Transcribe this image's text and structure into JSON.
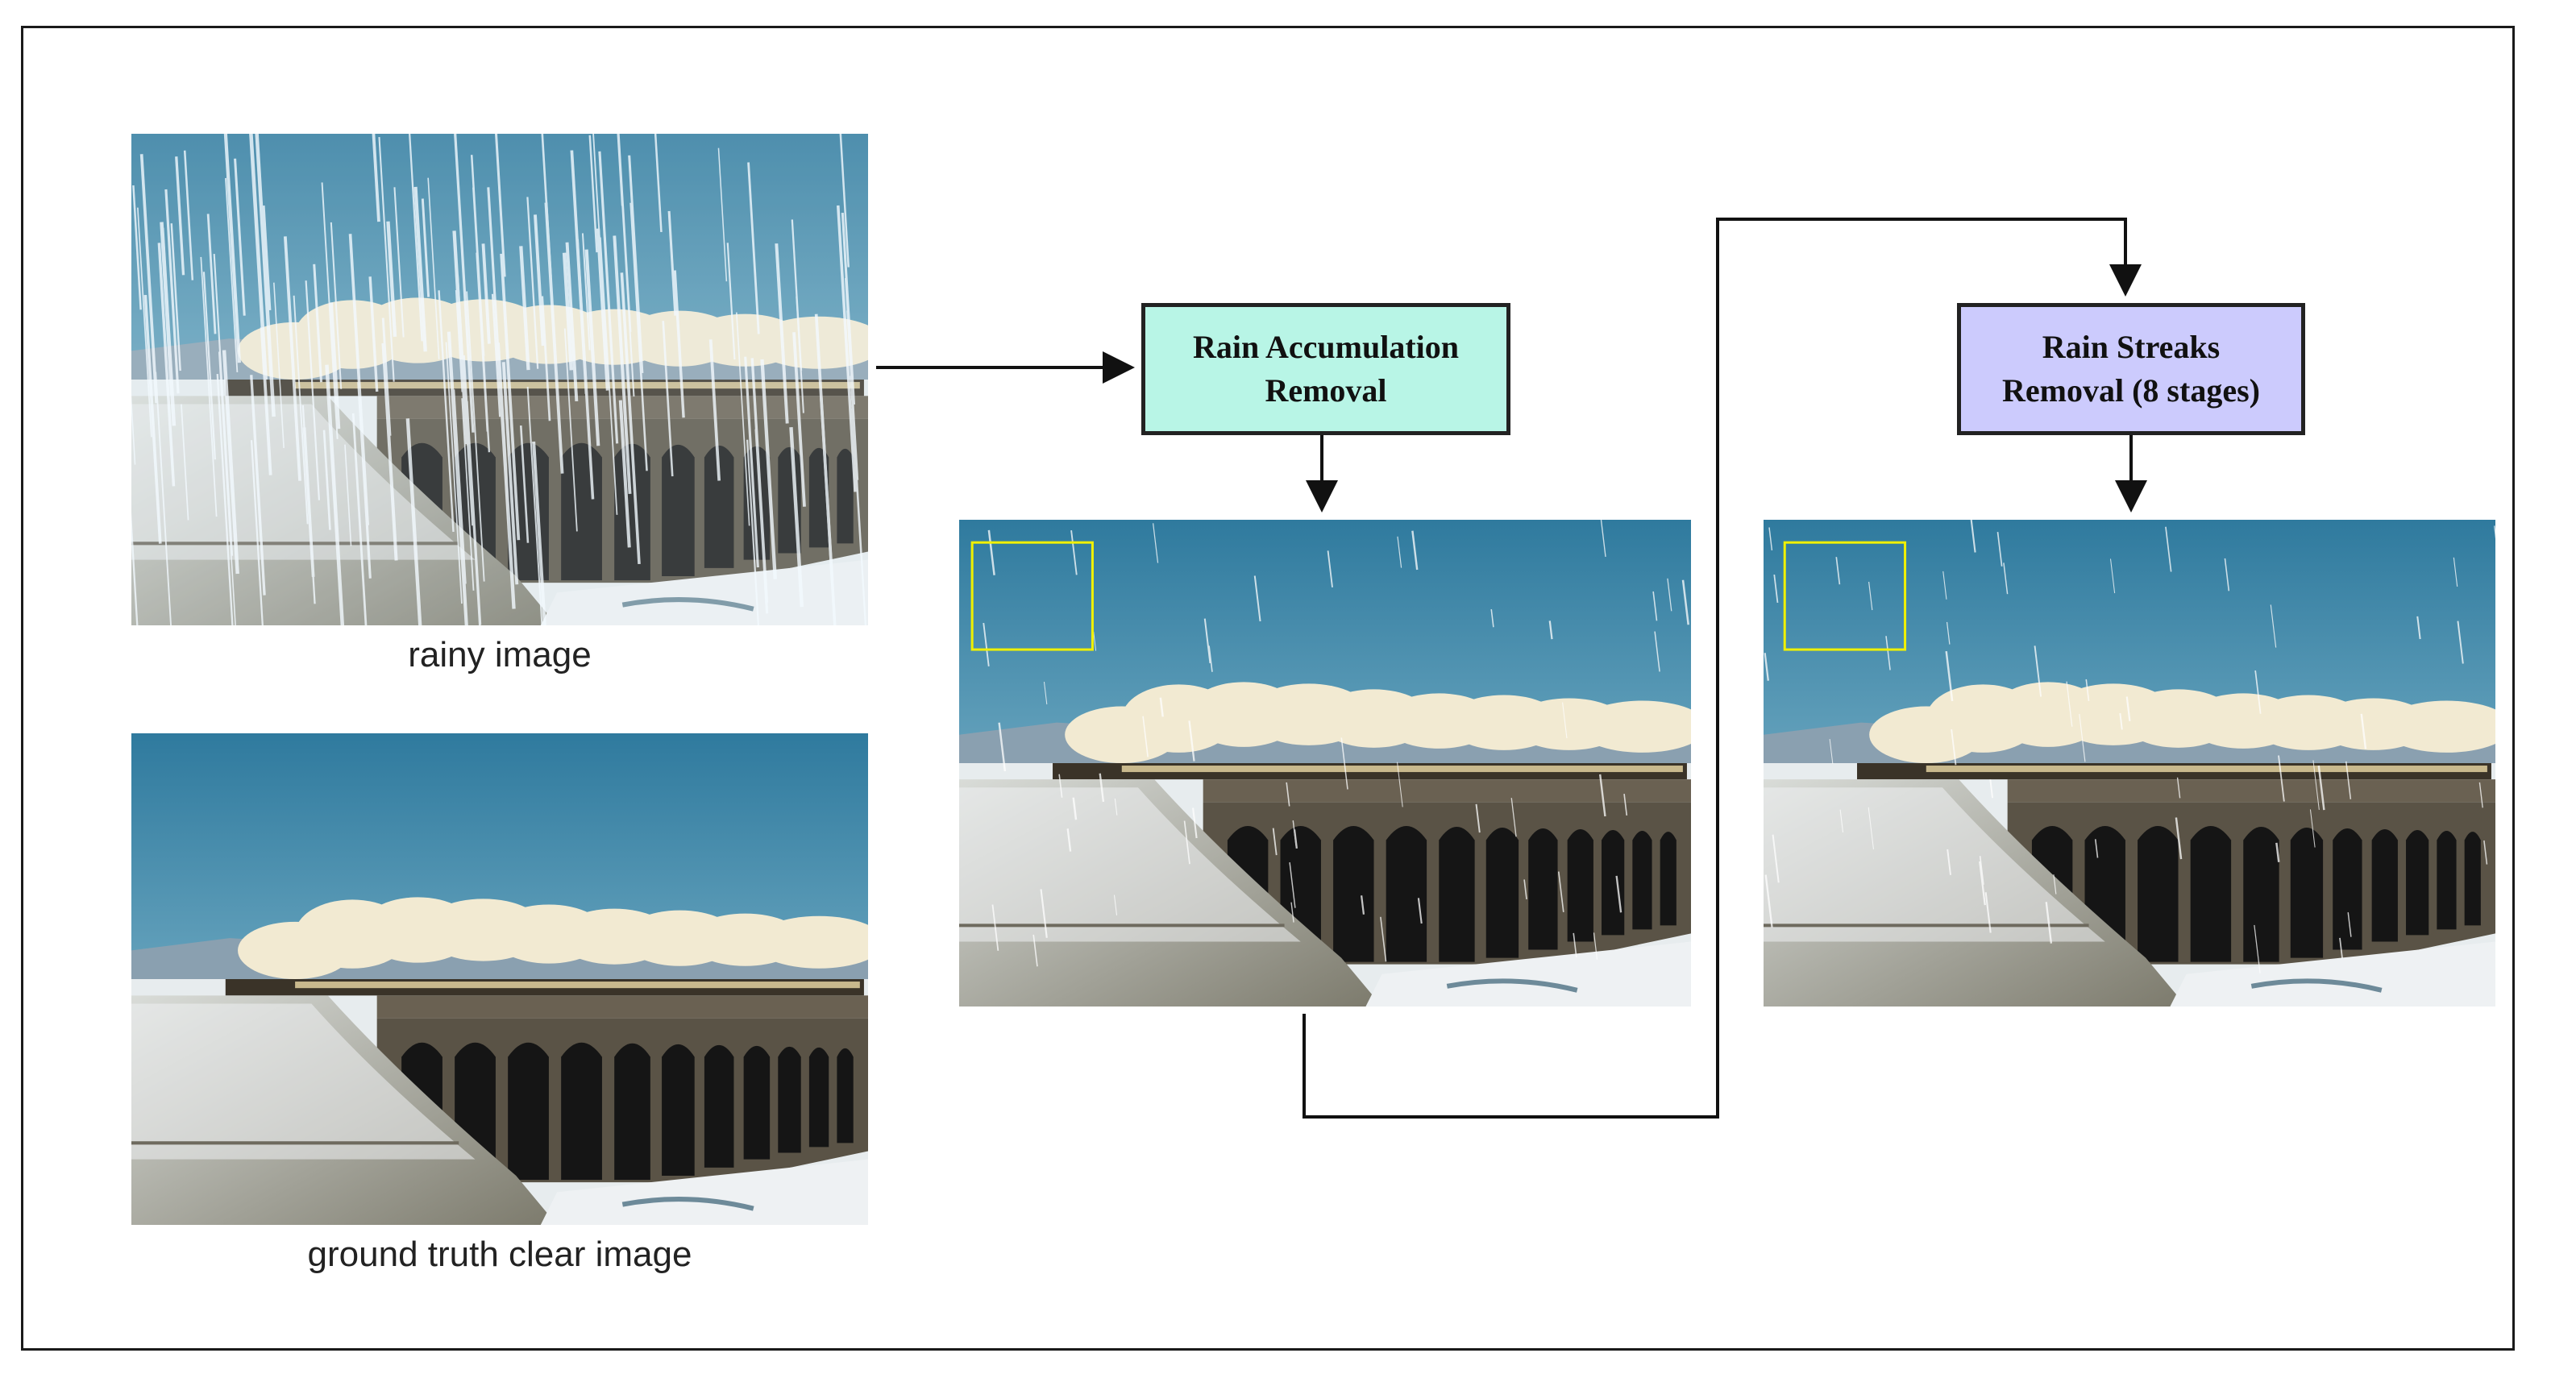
{
  "captions": {
    "rainy": "rainy image",
    "ground_truth": "ground truth clear image"
  },
  "stages": {
    "accumulation": {
      "line1": "Rain Accumulation",
      "line2": "Removal",
      "fill": "#b8f5e6"
    },
    "streaks": {
      "line1": "Rain Streaks",
      "line2": "Removal (8 stages)",
      "fill": "#cccbfd"
    }
  },
  "colors": {
    "sky_top": "#3f86a8",
    "sky_bottom": "#8fc3d6",
    "smoke": "#f2ead2",
    "snow": "#eef1f3",
    "viaduct": "#5a5346",
    "arch": "#151515",
    "highlight_box": "#f0f000",
    "line": "#111111"
  },
  "icons": {
    "arrow": "arrow-head-icon"
  }
}
